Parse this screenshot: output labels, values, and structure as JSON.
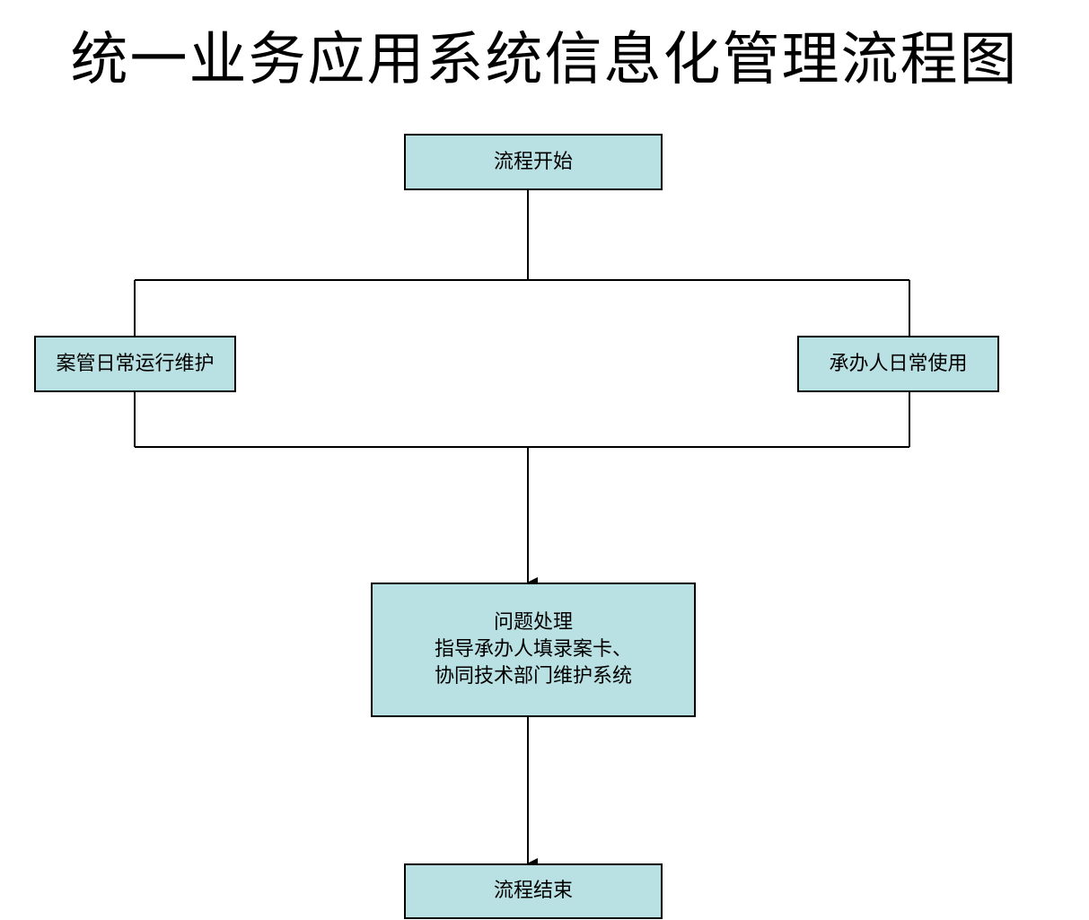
{
  "title": "统一业务应用系统信息化管理流程图",
  "colors": {
    "node_fill": "#b9e0e2",
    "node_border": "#000000",
    "line": "#000000"
  },
  "nodes": {
    "start": {
      "label": "流程开始"
    },
    "case_management": {
      "label": "案管日常运行维护"
    },
    "handler_usage": {
      "label": "承办人日常使用"
    },
    "problem_handling": {
      "lines": [
        "问题处理",
        "指导承办人填录案卡、",
        "协同技术部门维护系统"
      ]
    },
    "end": {
      "label": "流程结束"
    }
  },
  "edges": [
    {
      "from": "start",
      "to": "case_management",
      "arrow": false
    },
    {
      "from": "start",
      "to": "handler_usage",
      "arrow": false
    },
    {
      "from": "case_management",
      "to": "problem_handling",
      "arrow": true
    },
    {
      "from": "handler_usage",
      "to": "problem_handling",
      "arrow": true
    },
    {
      "from": "problem_handling",
      "to": "end",
      "arrow": true
    }
  ]
}
